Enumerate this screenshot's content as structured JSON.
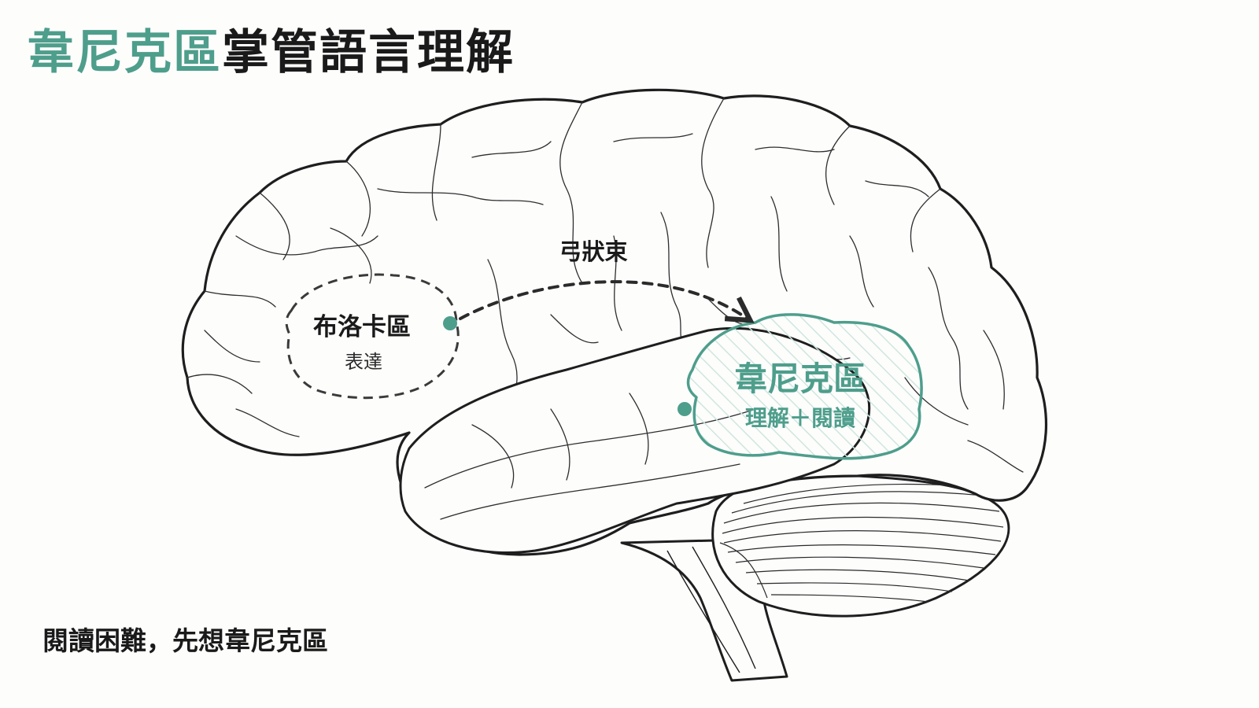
{
  "title": {
    "highlight": "韋尼克區",
    "rest": "掌管語言理解"
  },
  "caption": "閱讀困難，先想韋尼克區",
  "broca": {
    "name": "布洛卡區",
    "function": "表達"
  },
  "pathway": {
    "name": "弓狀束"
  },
  "wernicke": {
    "name": "韋尼克區",
    "function": "理解＋閱讀"
  },
  "colors": {
    "accent": "#4e9e8c",
    "ink": "#1a1a1a",
    "hatch": "#cfe6df"
  },
  "icons": {
    "brain": "brain-outline-icon",
    "arrow": "arrow-right-icon"
  }
}
